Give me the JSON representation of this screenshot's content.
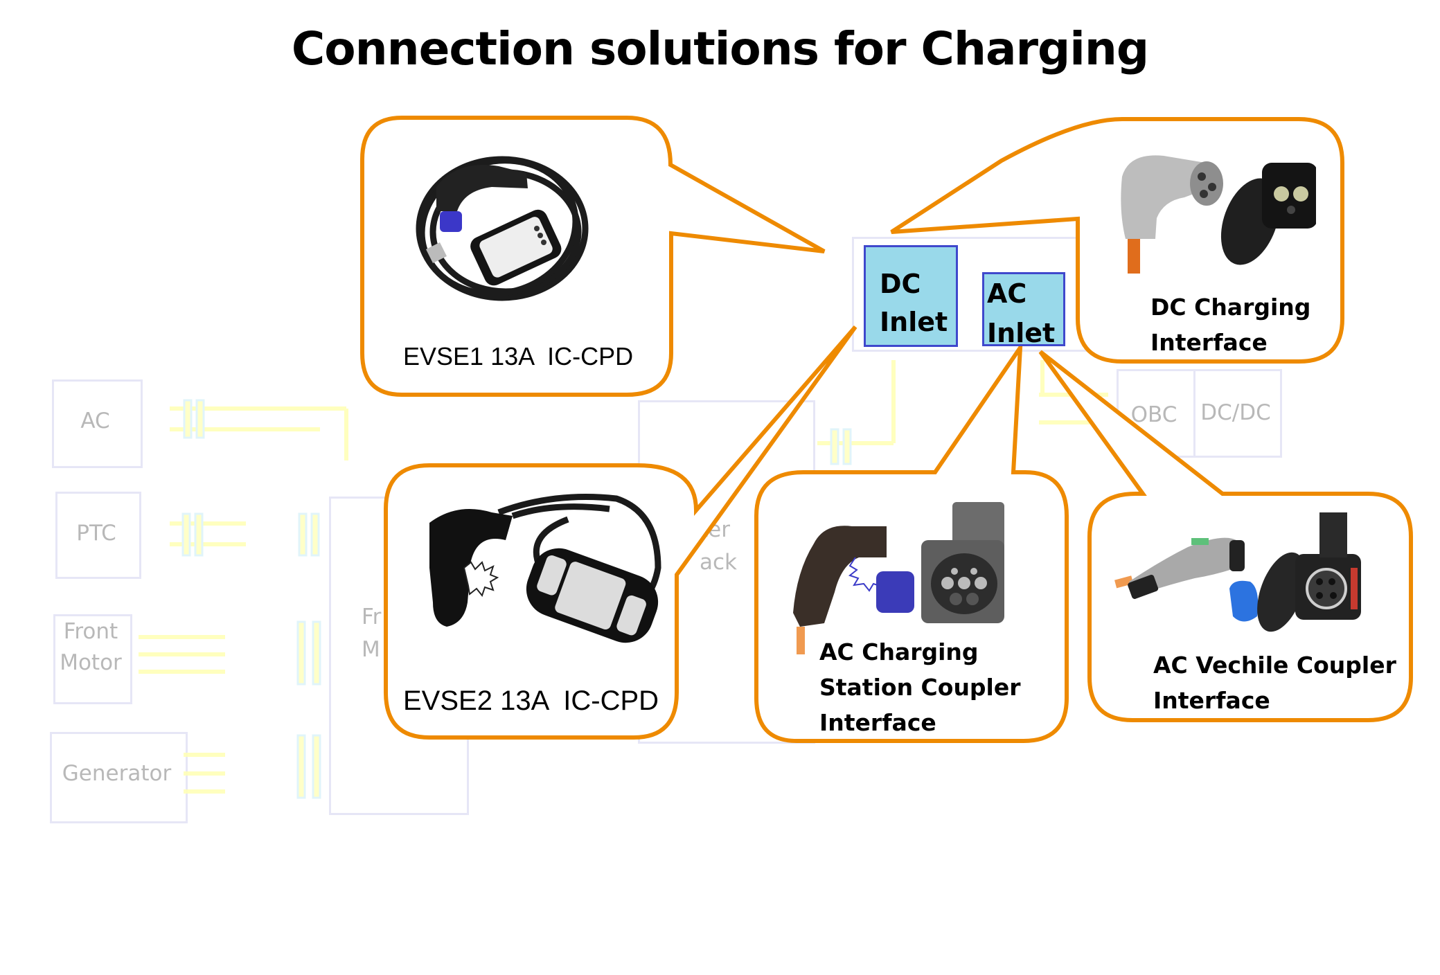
{
  "title": "Connection solutions for Charging",
  "colors": {
    "callout_border": "#EE8A00",
    "inlet_fill": "#99D9EA",
    "inlet_border": "#3F48CC",
    "faded_box_border": "#E6E6F6",
    "faded_text": "#B8B8B8",
    "faded_wire": "#FFFFC0"
  },
  "inlets": {
    "dc": {
      "line1": "DC",
      "line2": "Inlet"
    },
    "ac": {
      "line1": "AC",
      "line2": "Inlet"
    }
  },
  "callouts": {
    "evse1": {
      "label": "EVSE1 13A  IC-CPD",
      "connects_to": "DC Inlet",
      "image": "portable-ev-charger-cable-with-control-box"
    },
    "evse2": {
      "label": "EVSE2 13A  IC-CPD",
      "connects_to": "DC Inlet",
      "image": "portable-ev-charger-cable-with-control-box"
    },
    "dc_charging": {
      "line1": "DC Charging",
      "line2": "Interface",
      "connects_to": "DC Inlet",
      "image": "dc-charging-plug-and-socket"
    },
    "ac_station": {
      "line1": "AC Charging",
      "line2": "Station Coupler",
      "line3": "Interface",
      "connects_to": "AC Inlet",
      "image": "ac-charging-plug-and-socket"
    },
    "ac_vehicle": {
      "line1": "AC Vechile Coupler",
      "line2": "Interface",
      "connects_to": "AC Inlet",
      "image": "ac-vehicle-plug-and-inlet"
    }
  },
  "background_diagram": {
    "blocks": [
      {
        "id": "ac",
        "label": "AC"
      },
      {
        "id": "ptc",
        "label": "PTC"
      },
      {
        "id": "front-motor",
        "line1": "Front",
        "line2": "Motor"
      },
      {
        "id": "generator",
        "label": "Generator"
      },
      {
        "id": "front-motor-controller",
        "line1": "Fr",
        "line2": "M"
      },
      {
        "id": "battery-pack",
        "line1": "ter",
        "line2": "ack"
      },
      {
        "id": "obc",
        "label": "OBC"
      },
      {
        "id": "dcdc",
        "label": "DC/DC"
      }
    ]
  }
}
